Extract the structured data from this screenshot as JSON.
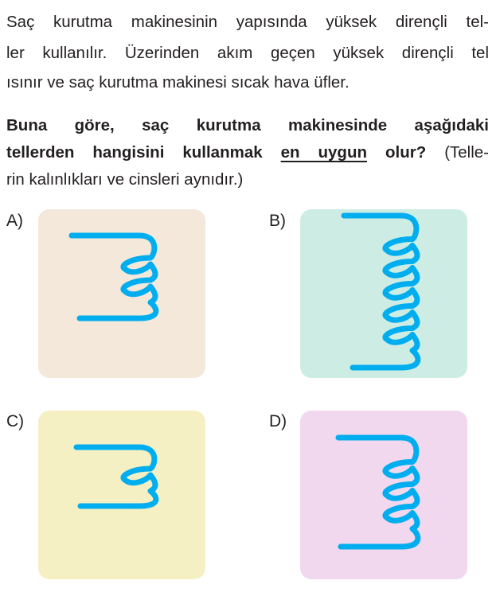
{
  "question": {
    "lines": [
      "Saç kurutma makinesinin yapısında yüksek dirençli tel-",
      "ler kullanılır. Üzerinden akım geçen yüksek dirençli tel",
      "ısınır ve saç kurutma makinesi sıcak hava üfler."
    ],
    "bold1": "Buna göre, saç kurutma makinesinde aşağıdaki",
    "bold2_a": "tellerden hangisini kullanmak ",
    "bold2_u": "en uygun",
    "bold2_b": " olur?",
    "normal2": " (Telle-",
    "last": "rin kalınlıkları ve cinsleri aynıdır.)"
  },
  "wire_color": "#00aeef",
  "options": [
    {
      "label": "A)",
      "loops": 2,
      "bg": "#f3e8da"
    },
    {
      "label": "B)",
      "loops": 5,
      "bg": "#cdede4"
    },
    {
      "label": "C)",
      "loops": 1,
      "bg": "#f5f0c3"
    },
    {
      "label": "D)",
      "loops": 3,
      "bg": "#f1d8ee"
    }
  ]
}
